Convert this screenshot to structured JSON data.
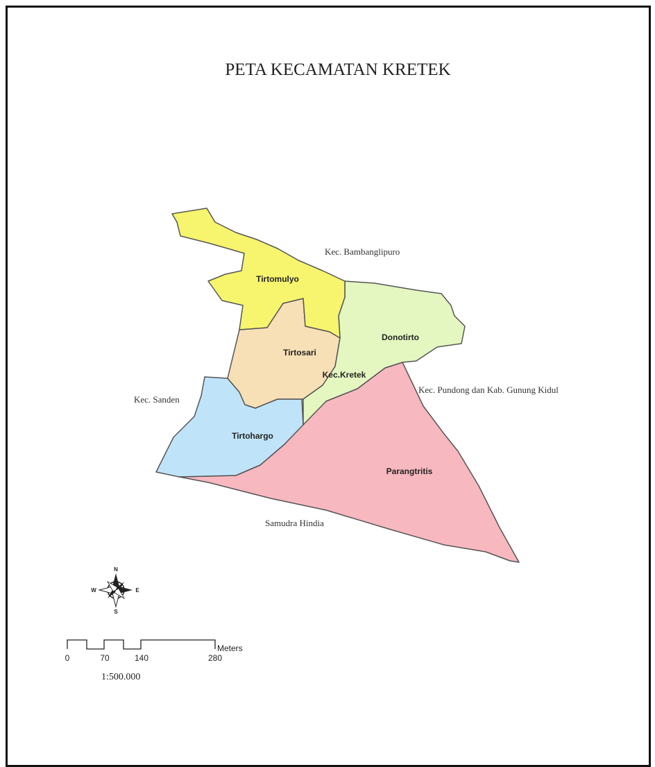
{
  "title": "PETA KECAMATAN KRETEK",
  "regions": [
    {
      "name": "Tirtomulyo",
      "color": "#f7f46e"
    },
    {
      "name": "Donotirto",
      "color": "#e4f7c0"
    },
    {
      "name": "Tirtosari",
      "color": "#f7dfb6"
    },
    {
      "name": "Tirtohargo",
      "color": "#bfe4fa"
    },
    {
      "name": "Parangtritis",
      "color": "#f7b8bf"
    }
  ],
  "center_label": "Kec.Kretek",
  "surroundings": {
    "north": "Kec. Bambanglipuro",
    "east": "Kec. Pundong dan Kab. Gunung Kidul",
    "west": "Kec. Sanden",
    "south": "Samudra Hindia"
  },
  "compass": {
    "n": "N",
    "s": "S",
    "e": "E",
    "w": "W"
  },
  "scalebar": {
    "ticks": [
      "0",
      "70",
      "140",
      "280"
    ],
    "unit": "Meters",
    "ratio": "1:500.000"
  },
  "outline_color": "#555555"
}
